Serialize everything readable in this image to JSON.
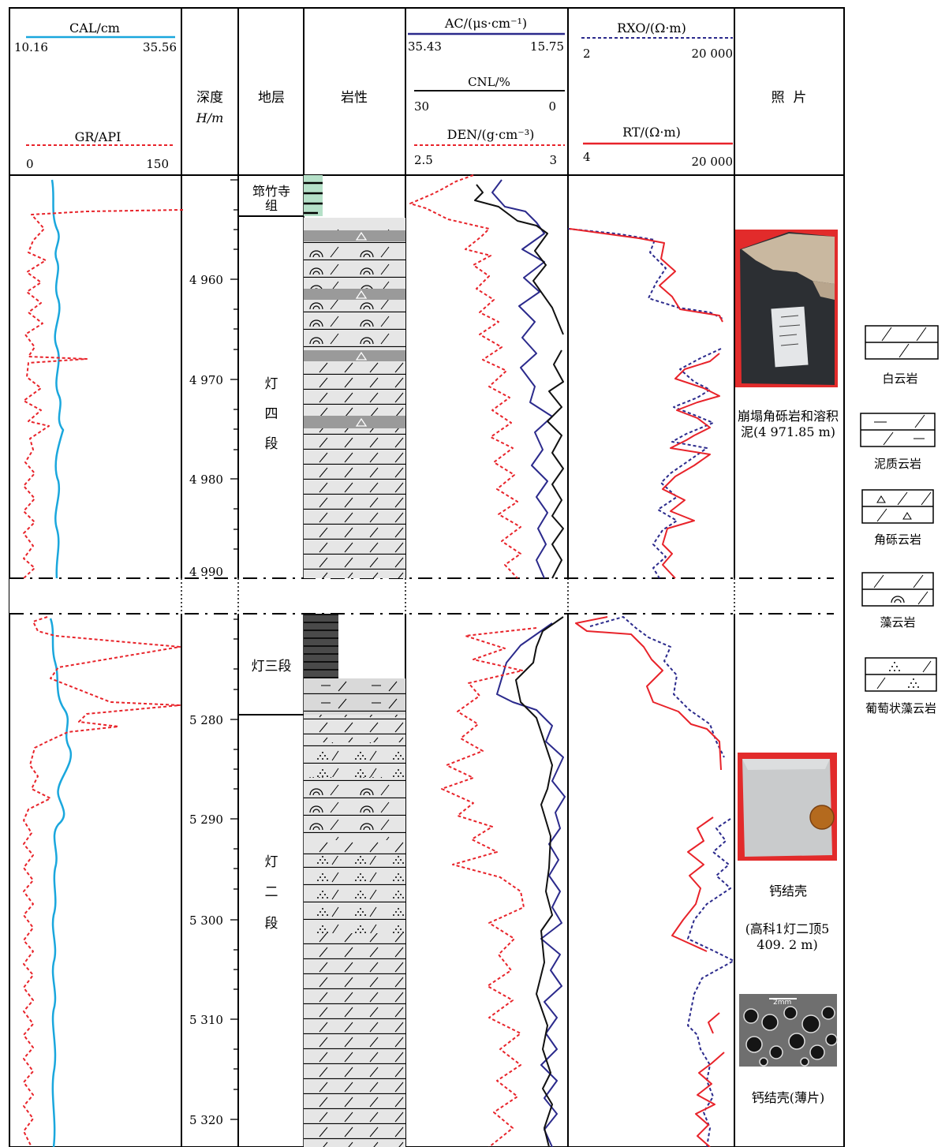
{
  "header": {
    "cal": {
      "name": "CAL/cm",
      "min": "10.16",
      "max": "35.56"
    },
    "gr": {
      "name": "GR/API",
      "min": "0",
      "max": "150"
    },
    "depth": {
      "label": "深度",
      "unit": "H/m"
    },
    "strat": {
      "label": "地层"
    },
    "litho": {
      "label": "岩性"
    },
    "ac": {
      "name": "AC/(μs·cm⁻¹)",
      "min": "35.43",
      "max": "15.75"
    },
    "cnl": {
      "name": "CNL/%",
      "min": "30",
      "max": "0"
    },
    "den": {
      "name": "DEN/(g·cm⁻³)",
      "min": "2.5",
      "max": "3"
    },
    "rxo": {
      "name": "RXO/(Ω·m)",
      "min": "2",
      "max": "20 000"
    },
    "rt": {
      "name": "RT/(Ω·m)",
      "min": "4",
      "max": "20 000"
    },
    "photo": {
      "label": "照  片"
    }
  },
  "depth_ticks_upper": [
    "4 960",
    "4 970",
    "4 980",
    "4 990"
  ],
  "depth_ticks_lower": [
    "5 280",
    "5 290",
    "5 300",
    "5 310",
    "5 320"
  ],
  "strata": {
    "qiongzhusi": "筇竹寺组",
    "deng4": [
      "灯",
      "四",
      "段"
    ],
    "deng3": "灯三段",
    "deng2": [
      "灯",
      "二",
      "段"
    ]
  },
  "photos": {
    "p1_caption": "崩塌角砾岩和溶积泥(4 971.85 m)",
    "p2_caption": "钙结壳",
    "p2_note": "(高科1灯二顶5 409. 2 m)",
    "p3_scale": "2mm",
    "p3_caption": "钙结壳(薄片)"
  },
  "legend": {
    "dolomite": "白云岩",
    "argillaceous_dolomite": "泥质云岩",
    "breccia_dolomite": "角砾云岩",
    "algal_dolomite": "藻云岩",
    "botryoidal_algal_dolomite": "葡萄状藻云岩"
  },
  "colors": {
    "cal": "#1aa7dd",
    "gr": "#e8232a",
    "ac": "#2b2a8c",
    "cnl": "#111111",
    "den": "#e8232a",
    "rxo": "#2b2a8c",
    "rt": "#e8232a",
    "qiongzhusi_fill": "#b5e0c8",
    "dolomite_fill": "#e6e6e6",
    "breccia_band": "#9a9a9a",
    "deng3_fill": "#4a4a4a",
    "photo_frame": "#e22b2b"
  }
}
